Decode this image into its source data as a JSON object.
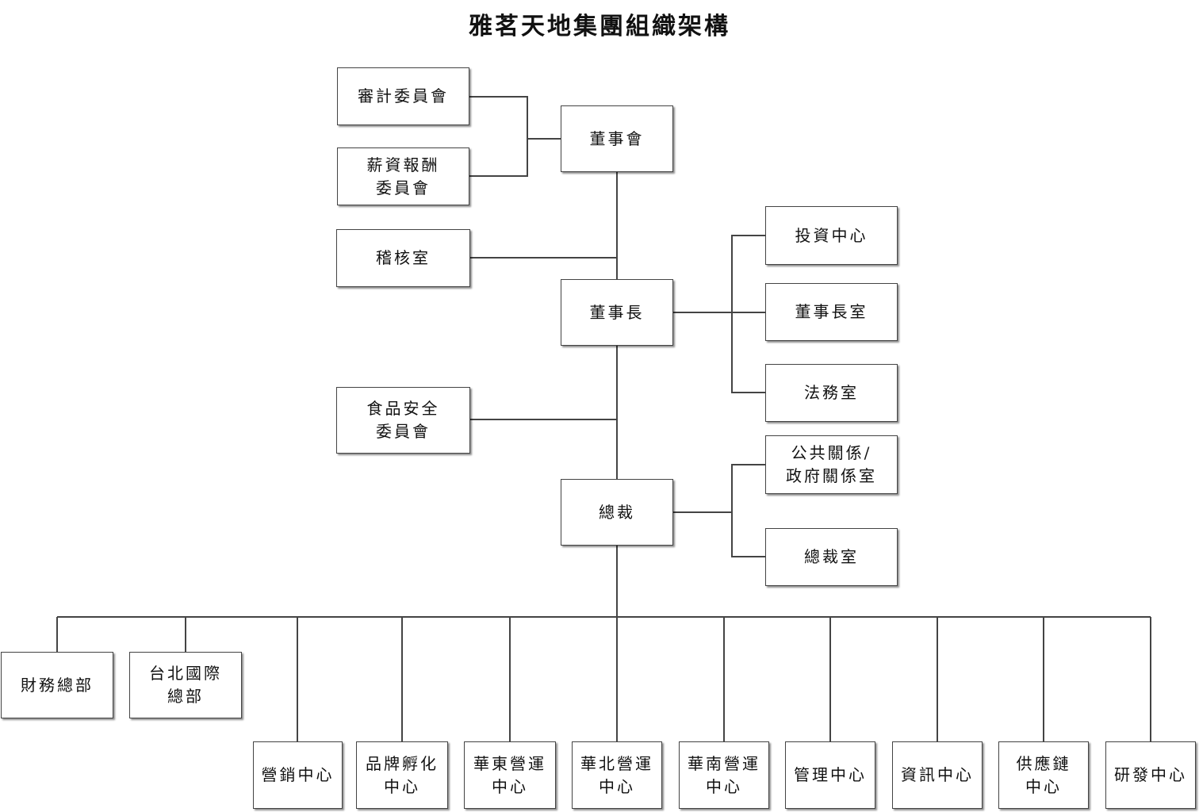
{
  "title": "雅茗天地集團組織架構",
  "nodes": {
    "audit_committee": "審計委員會",
    "compensation_committee": "薪資報酬\n委員會",
    "board": "董事會",
    "audit_office": "稽核室",
    "chairman": "董事長",
    "investment_center": "投資中心",
    "chairman_office": "董事長室",
    "legal_office": "法務室",
    "food_safety_committee": "食品安全\n委員會",
    "president": "總裁",
    "pr_gov_office": "公共關係/\n政府關係室",
    "president_office": "總裁室",
    "finance_hq": "財務總部",
    "taipei_intl_hq": "台北國際\n總部",
    "marketing_center": "營銷中心",
    "brand_incubation_center": "品牌孵化\n中心",
    "east_ops_center": "華東營運\n中心",
    "north_ops_center": "華北營運\n中心",
    "south_ops_center": "華南營運\n中心",
    "management_center": "管理中心",
    "it_center": "資訊中心",
    "supply_chain_center": "供應鏈\n中心",
    "rd_center": "研發中心"
  }
}
